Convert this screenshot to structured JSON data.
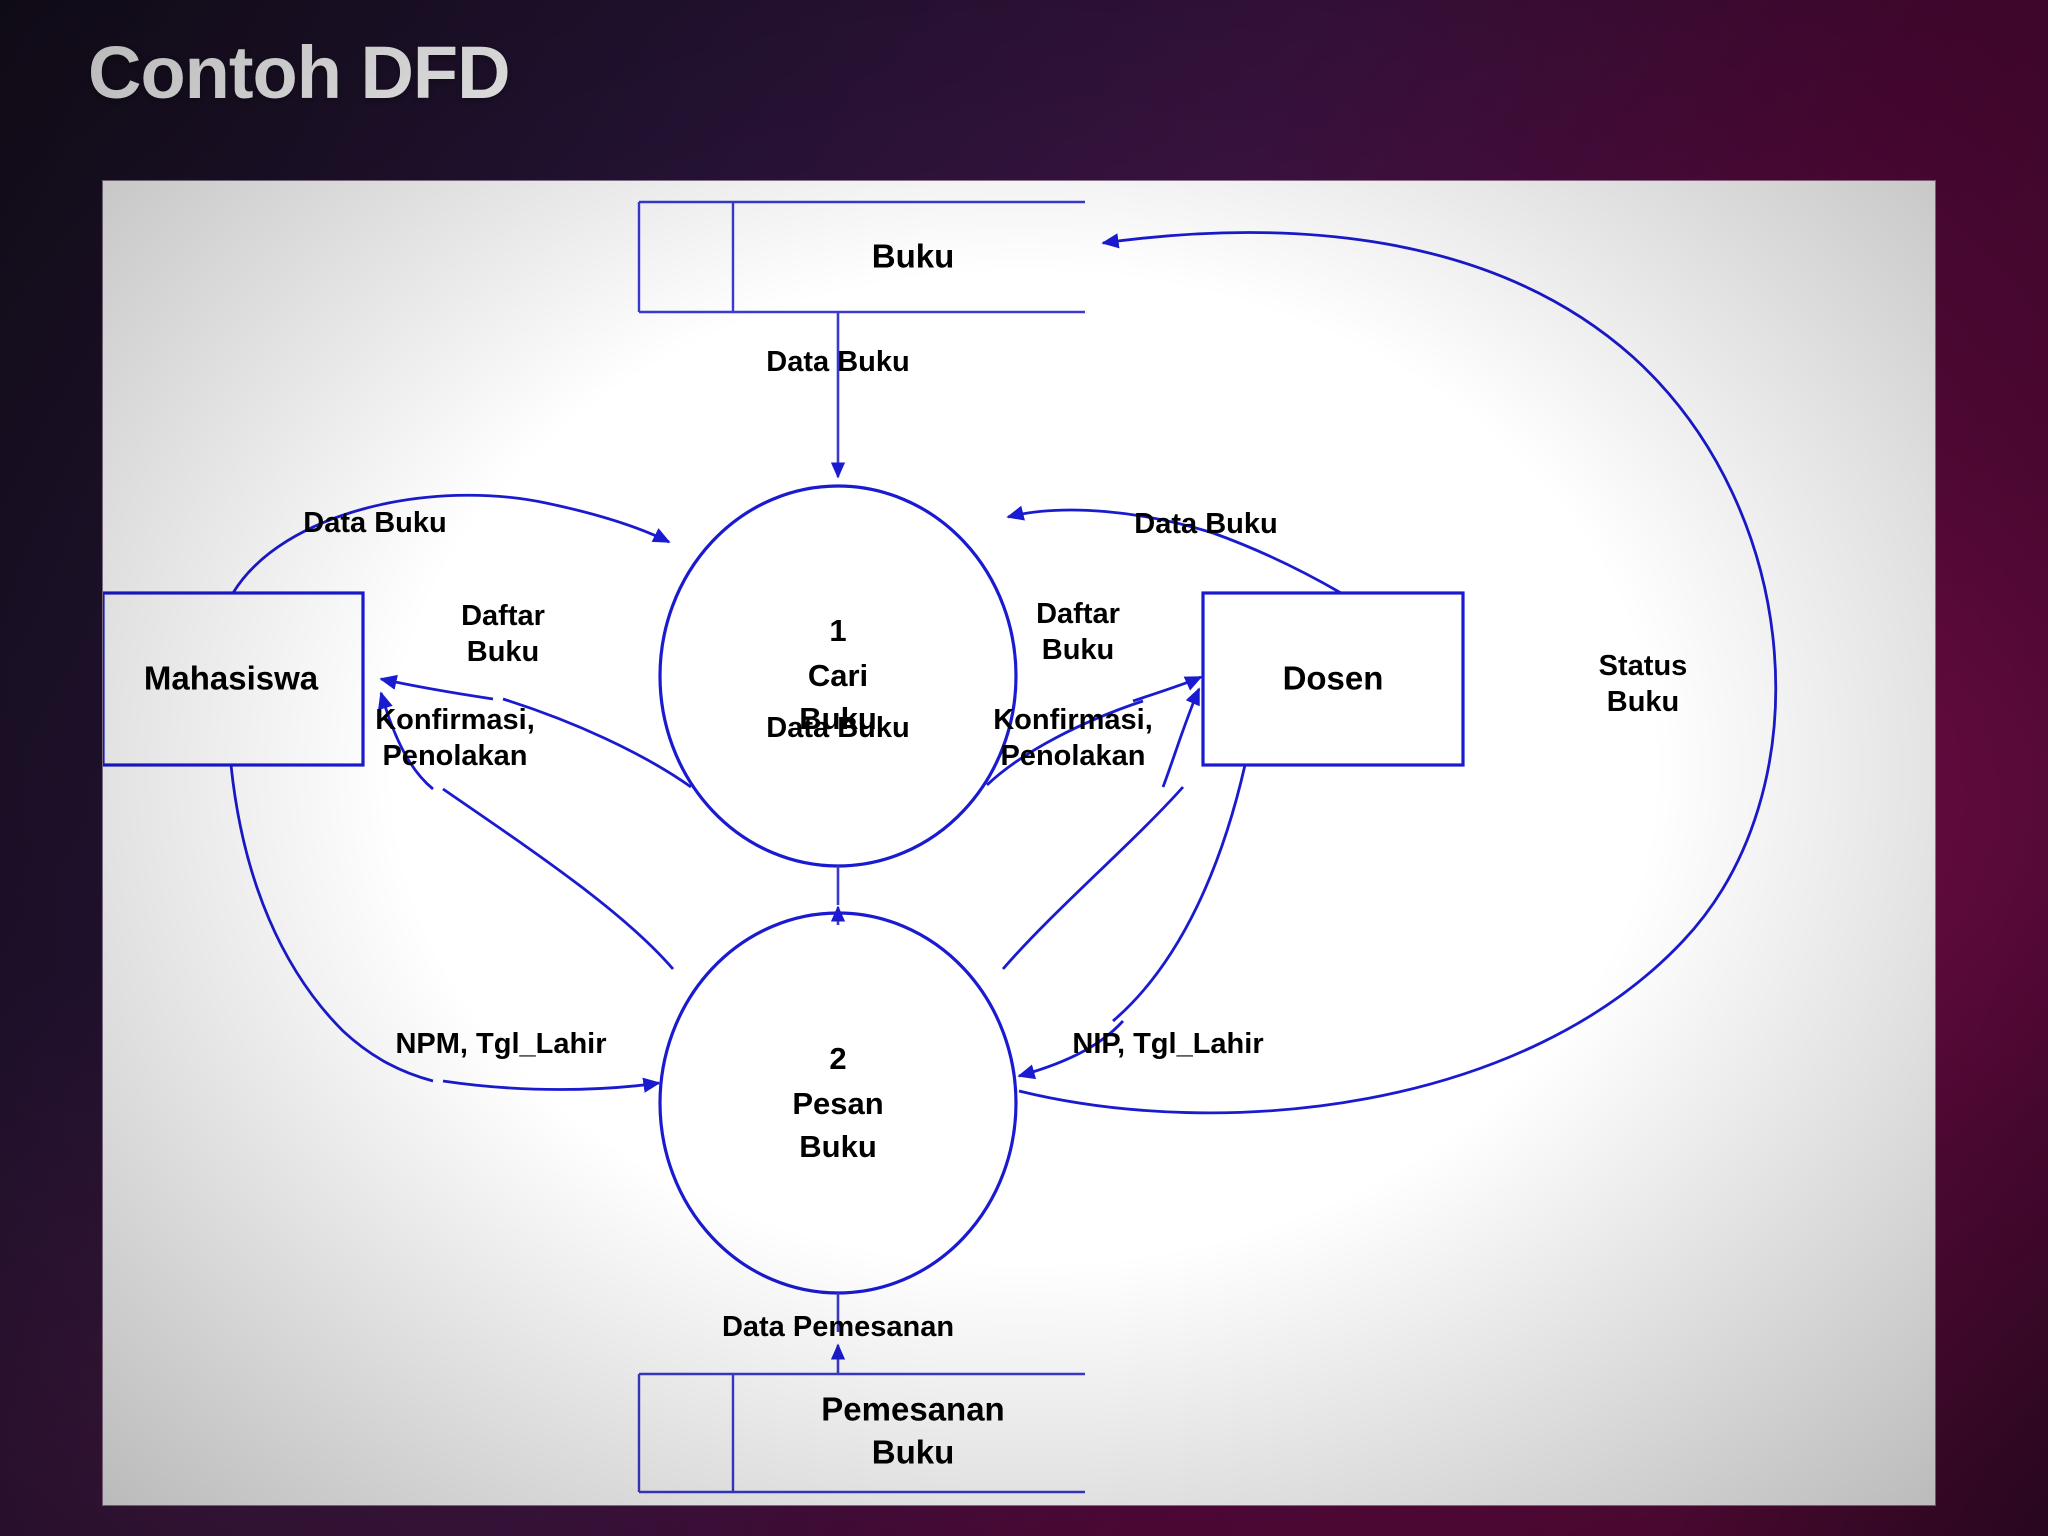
{
  "slide": {
    "title": "Contoh DFD",
    "background_colors": {
      "dark_left": "#16101f",
      "mid_purple": "#3a1340",
      "maroon_right": "#5d0a3c",
      "panel": "#ffffff"
    }
  },
  "diagram": {
    "type": "data-flow-diagram",
    "stroke_color": "#1a1ad0",
    "label_color": "#000000",
    "data_stores": [
      {
        "id": "buku",
        "label": "Buku",
        "position": "top-center"
      },
      {
        "id": "pemesanan_buku",
        "label_line1": "Pemesanan",
        "label_line2": "Buku",
        "position": "bottom-center"
      }
    ],
    "processes": [
      {
        "id": "p1",
        "number": "1",
        "name_line1": "Cari",
        "name_line2": "Buku",
        "position": "center-upper"
      },
      {
        "id": "p2",
        "number": "2",
        "name_line1": "Pesan",
        "name_line2": "Buku",
        "position": "center-lower"
      }
    ],
    "external_entities": [
      {
        "id": "mahasiswa",
        "label": "Mahasiswa",
        "position": "left"
      },
      {
        "id": "dosen",
        "label": "Dosen",
        "position": "right"
      }
    ],
    "flows": [
      {
        "id": "f1",
        "label": "Data Buku",
        "from": "buku",
        "to": "p1",
        "label_pos": "top-center"
      },
      {
        "id": "f2",
        "label": "Data Buku",
        "from": "mahasiswa",
        "to": "p1",
        "label_pos": "upper-left"
      },
      {
        "id": "f3",
        "label": "Daftar Buku",
        "line1": "Daftar",
        "line2": "Buku",
        "from": "p1",
        "to": "mahasiswa",
        "label_pos": "mid-left"
      },
      {
        "id": "f4",
        "label": "Data Buku",
        "from": "dosen",
        "to": "p1",
        "label_pos": "upper-right"
      },
      {
        "id": "f5",
        "label": "Daftar Buku",
        "line1": "Daftar",
        "line2": "Buku",
        "from": "p1",
        "to": "dosen",
        "label_pos": "mid-right"
      },
      {
        "id": "f6",
        "label": "Data Buku",
        "from": "p1",
        "to": "p2",
        "label_pos": "center"
      },
      {
        "id": "f7",
        "label": "Konfirmasi, Penolakan",
        "line1": "Konfirmasi,",
        "line2": "Penolakan",
        "from": "p2",
        "to": "mahasiswa",
        "label_pos": "lower-left"
      },
      {
        "id": "f8",
        "label": "Konfirmasi, Penolakan",
        "line1": "Konfirmasi,",
        "line2": "Penolakan",
        "from": "p2",
        "to": "dosen",
        "label_pos": "lower-right"
      },
      {
        "id": "f9",
        "label": "NPM, Tgl_Lahir",
        "from": "mahasiswa",
        "to": "p2",
        "label_pos": "bottom-left"
      },
      {
        "id": "f10",
        "label": "NIP, Tgl_Lahir",
        "from": "dosen",
        "to": "p2",
        "label_pos": "bottom-right"
      },
      {
        "id": "f11",
        "label": "Status Buku",
        "line1": "Status",
        "line2": "Buku",
        "from": "p2",
        "to": "buku",
        "label_pos": "far-right"
      },
      {
        "id": "f12",
        "label": "Data Pemesanan",
        "from": "p2",
        "to": "pemesanan_buku",
        "label_pos": "bottom-center"
      }
    ]
  }
}
